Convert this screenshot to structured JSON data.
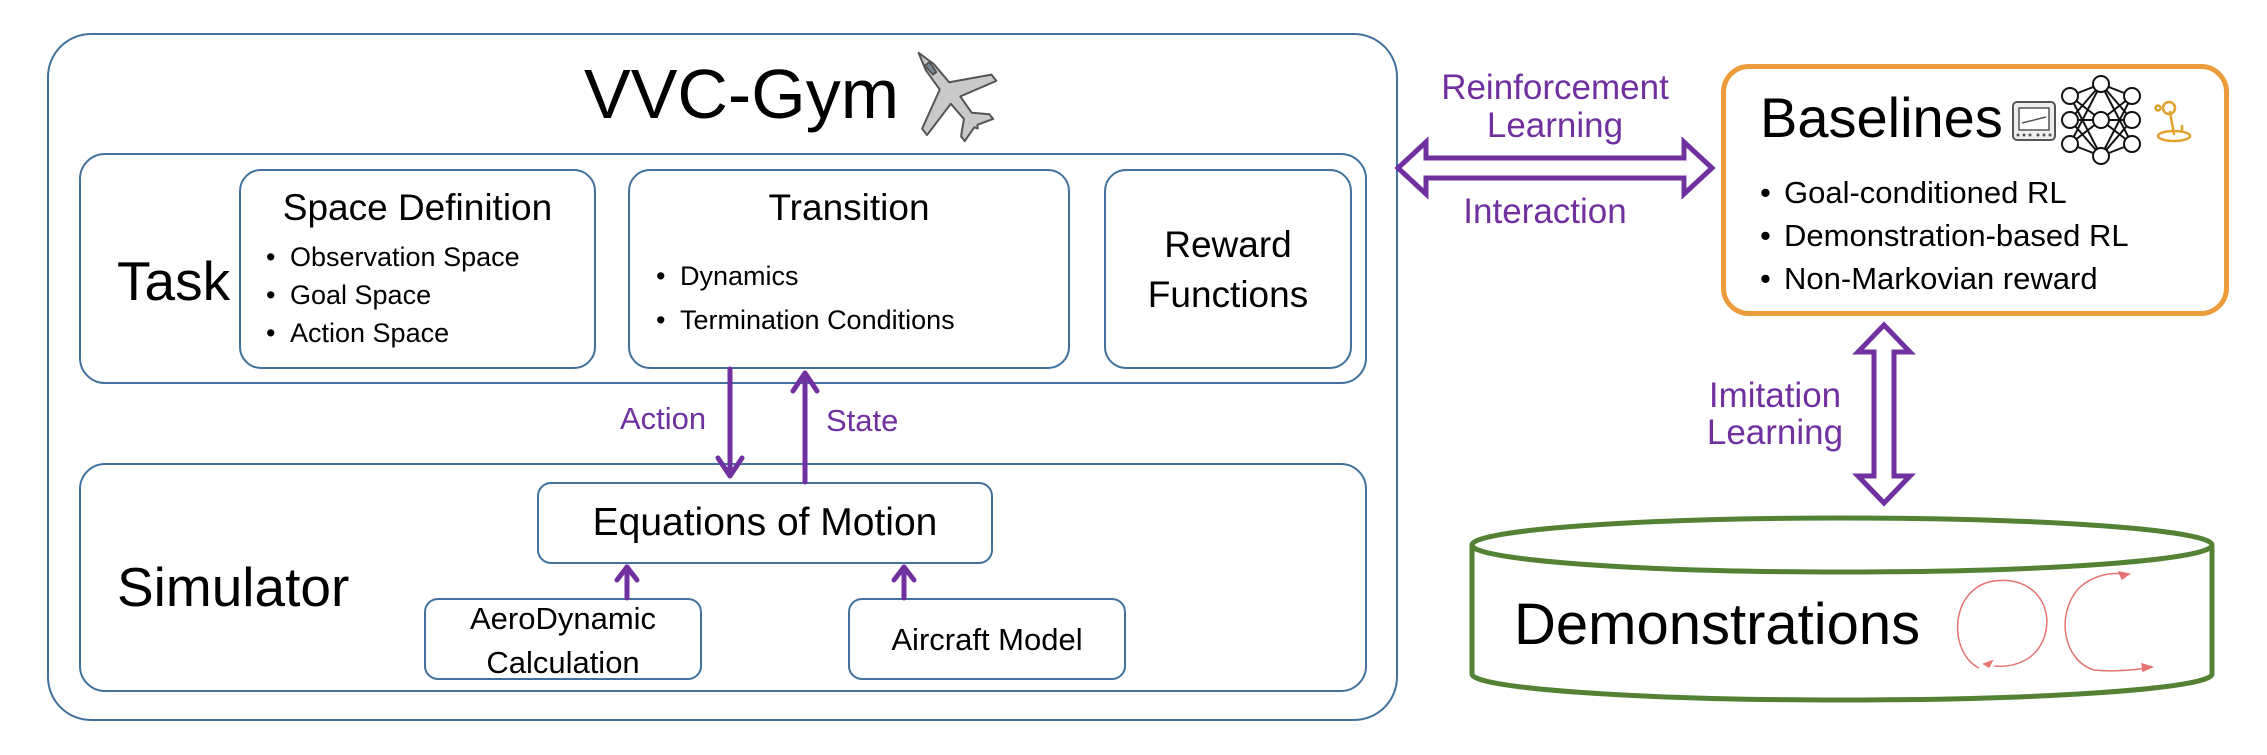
{
  "gym": {
    "title": "VVC-Gym",
    "icon": "fighter-jet-icon"
  },
  "task": {
    "label": "Task",
    "space_definition": {
      "title": "Space Definition",
      "items": [
        "Observation Space",
        "Goal Space",
        "Action Space"
      ]
    },
    "transition": {
      "title": "Transition",
      "items": [
        "Dynamics",
        "Termination Conditions"
      ]
    },
    "reward": {
      "line1": "Reward",
      "line2": "Functions"
    }
  },
  "simulator": {
    "label": "Simulator",
    "equations": "Equations of Motion",
    "aero_line1": "AeroDynamic",
    "aero_line2": "Calculation",
    "aircraft_model": "Aircraft Model"
  },
  "edges": {
    "action": "Action",
    "state": "State",
    "rl_line1": "Reinforcement",
    "rl_line2": "Learning",
    "interaction": "Interaction",
    "il_line1": "Imitation",
    "il_line2": "Learning"
  },
  "baselines": {
    "title": "Baselines",
    "items": [
      "Goal-conditioned RL",
      "Demonstration-based RL",
      "Non-Markovian reward"
    ],
    "icons": [
      "cockpit-icon",
      "neural-network-icon",
      "joystick-icon"
    ]
  },
  "demonstrations": {
    "title": "Demonstrations",
    "icon": "flight-trajectory-icon"
  },
  "colors": {
    "box_border": "#41719c",
    "arrow_purple": "#7030a0",
    "baselines_border": "#ed9c3b",
    "demonstrations_border": "#548235"
  }
}
